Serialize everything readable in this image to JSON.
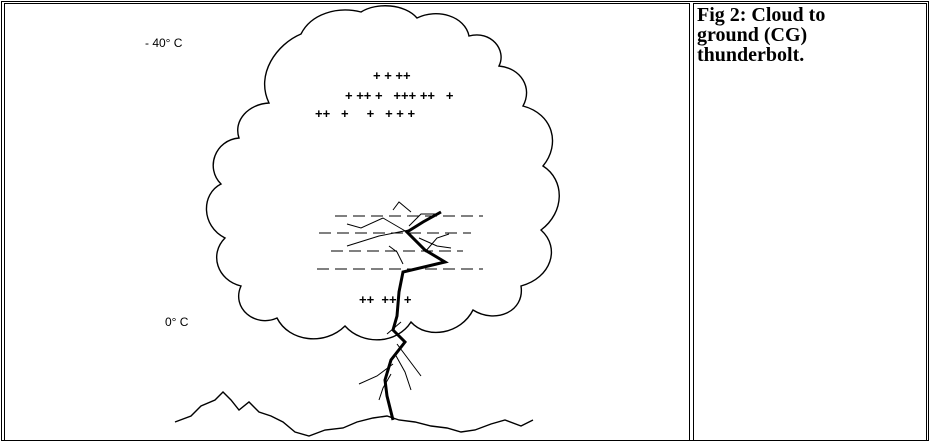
{
  "figure": {
    "temp_top": "- 40° C",
    "temp_bottom": "0° C",
    "upper_positive_rows": [
      "+ + ++",
      "+ ++ +   +++ ++   +",
      "++   +     +   + + +"
    ],
    "lower_positive_row": "++  ++  +"
  },
  "caption": {
    "text": "Fig 2: Cloud to ground (CG) thunderbolt."
  }
}
